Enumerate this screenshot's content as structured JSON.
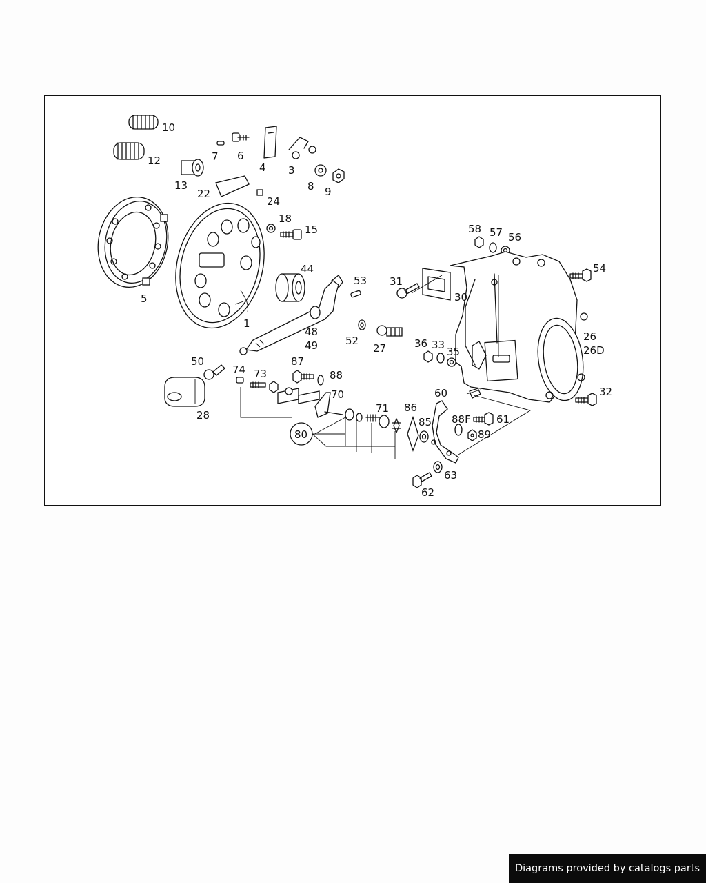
{
  "diagram": {
    "labels": {
      "p10": "10",
      "p12": "12",
      "p7": "7",
      "p6": "6",
      "p4": "4",
      "p3": "3",
      "p13": "13",
      "p22": "22",
      "p8": "8",
      "p9": "9",
      "p24": "24",
      "p18": "18",
      "p15": "15",
      "p5": "5",
      "p1": "1",
      "p44": "44",
      "p53": "53",
      "p31": "31",
      "p30": "30",
      "p58": "58",
      "p57": "57",
      "p56": "56",
      "p54": "54",
      "p48": "48",
      "p49": "49",
      "p52": "52",
      "p27": "27",
      "p36": "36",
      "p33": "33",
      "p35": "35",
      "p26": "26",
      "p26d": "26D",
      "p50": "50",
      "p74": "74",
      "p73": "73",
      "p87": "87",
      "p88": "88",
      "p70": "70",
      "p28": "28",
      "p71": "71",
      "p86": "86",
      "p60": "60",
      "p88f": "88F",
      "p61": "61",
      "p85": "85",
      "p89": "89",
      "p80": "80",
      "p63": "63",
      "p62": "62",
      "p32": "32"
    }
  },
  "footer": {
    "credit": "Diagrams provided by catalogs parts"
  }
}
